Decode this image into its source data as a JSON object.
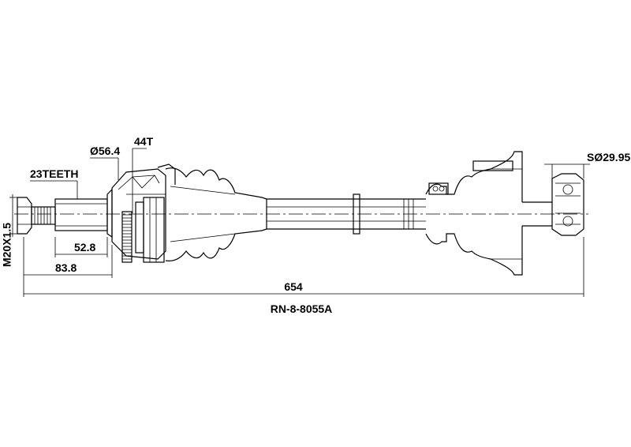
{
  "drawing": {
    "part_number": "RN-8-8055A",
    "dimensions": {
      "overall_length": "654",
      "thread": "M20X1.5",
      "teeth_outer": "23TEETH",
      "diameter_outer": "Ø56.4",
      "abs_teeth": "44T",
      "length_52": "52.8",
      "length_83": "83.8",
      "inner_spline": "SØ29.95"
    }
  }
}
